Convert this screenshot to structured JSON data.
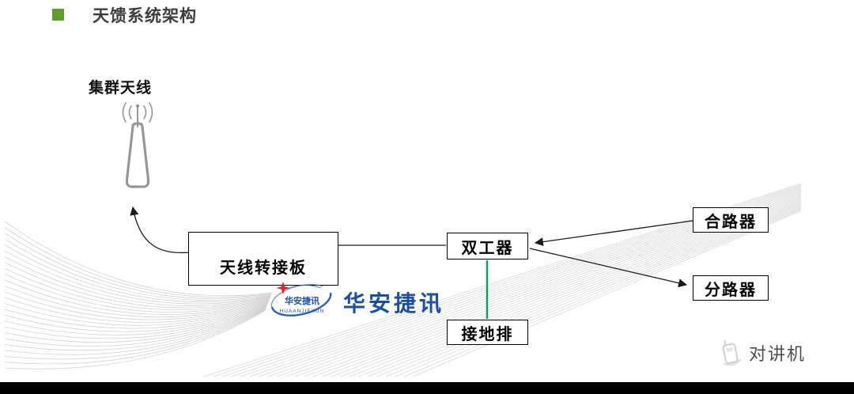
{
  "slide": {
    "title": "天馈系统架构",
    "accent_color": "#5f9e28"
  },
  "diagram": {
    "antenna_label": "集群天线",
    "adapter_label": "天线转接板",
    "duplexer_label": "双工器",
    "combiner_label": "合路器",
    "splitter_label": "分路器",
    "ground_label": "接地排",
    "ground_line_color": "#00a651",
    "connector_color": "#1a1a1a",
    "icons": {
      "bullet": "green-square-bullet",
      "antenna": "trunking-antenna-icon"
    }
  },
  "watermark": {
    "logo_text": "华安捷讯",
    "logo_subtext": "HUAANJIEXUN",
    "brand_text": "华安捷讯",
    "color": "#1b4fa5",
    "star_color": "#e02424",
    "icons": {
      "logo": "huaanjiexun-globe-logo"
    }
  },
  "footer": {
    "brand": "对讲机",
    "icons": {
      "brand_icon": "walkie-talkie-icon"
    }
  }
}
